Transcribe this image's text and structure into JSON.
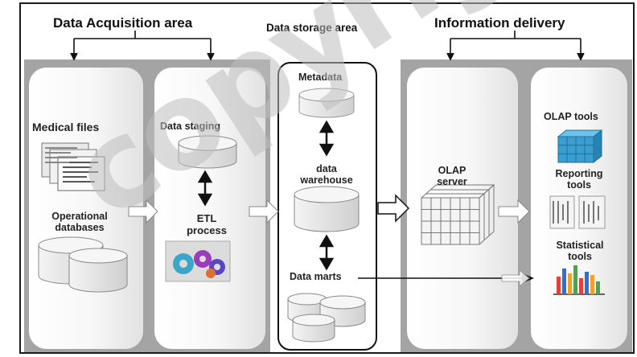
{
  "headings": {
    "acquisition": "Data Acquisition area",
    "storage": "Data storage area",
    "delivery": "Information delivery"
  },
  "acquisition": {
    "medical_files": "Medical files",
    "operational_line1": "Operational",
    "operational_line2": "databases",
    "data_staging": "Data staging",
    "etl_line1": "ETL",
    "etl_line2": "process"
  },
  "storage": {
    "metadata": "Metadata",
    "dw_line1": "data",
    "dw_line2": "warehouse",
    "data_marts": "Data marts"
  },
  "delivery": {
    "olap_line1": "OLAP",
    "olap_line2": "server",
    "olap_tools": "OLAP tools",
    "reporting_line1": "Reporting",
    "reporting_line2": "tools",
    "statistical_line1": "Statistical",
    "statistical_line2": "tools"
  },
  "watermark": "copyright",
  "colors": {
    "band": "#a4a4a4",
    "olap_tools_icon": "#3a9fd0",
    "bar_colors": [
      "#e0433a",
      "#2e6fd0",
      "#f0a030",
      "#46a84a"
    ]
  }
}
